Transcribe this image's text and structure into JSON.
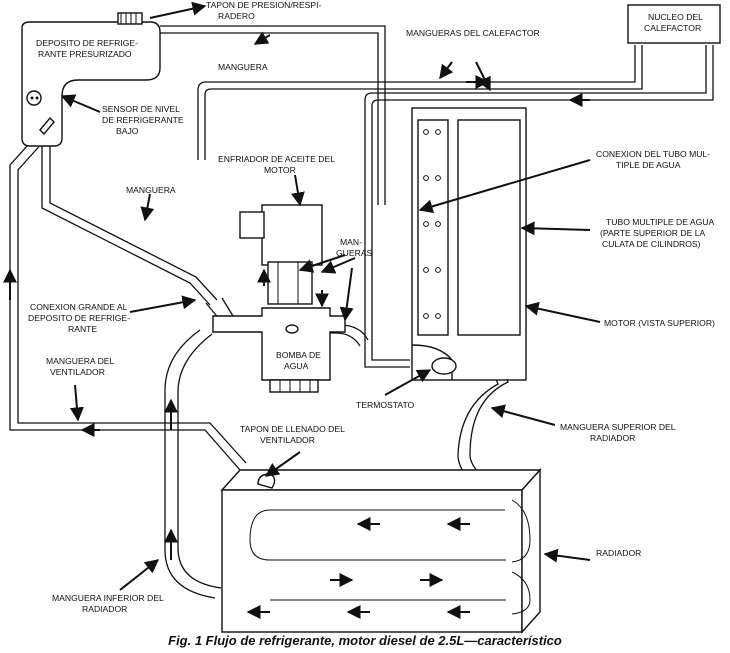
{
  "diagram": {
    "caption": "Fig. 1 Flujo de refrigerante, motor diesel de 2.5L—característico",
    "labels": {
      "tapon_presion": [
        "TAPON DE PRESION/RESPI-",
        "RADERO"
      ],
      "deposito": [
        "DEPOSITO DE REFRIGE-",
        "RANTE PRESURIZADO"
      ],
      "manguera_top": [
        "MANGUERA"
      ],
      "mangueras_calefactor": [
        "MANGUERAS DEL CALEFACTOR"
      ],
      "nucleo_calefactor": [
        "NUCLEO DEL",
        "CALEFACTOR"
      ],
      "sensor_nivel": [
        "SENSOR DE NIVEL",
        "DE REFRIGERANTE",
        "BAJO"
      ],
      "enfriador_aceite": [
        "ENFRIADOR DE ACEITE DEL",
        "MOTOR"
      ],
      "manguera_left": [
        "MANGUERA"
      ],
      "mangueras_mid": [
        "MAN-",
        "GUERAS"
      ],
      "conexion_tubo": [
        "CONEXION DEL TUBO MUL-",
        "TIPLE DE AGUA"
      ],
      "tubo_multiple": [
        "TUBO MULTIPLE DE AGUA",
        "(PARTE SUPERIOR DE LA",
        "CULATA DE CILINDROS)"
      ],
      "conexion_grande": [
        "CONEXION GRANDE AL",
        "DEPOSITO DE REFRIGE-",
        "RANTE"
      ],
      "motor": [
        "MOTOR (VISTA SUPERIOR)"
      ],
      "bomba_agua": [
        "BOMBA DE",
        "AGUA"
      ],
      "manguera_ventilador": [
        "MANGUERA DEL",
        "VENTILADOR"
      ],
      "termostato": [
        "TERMOSTATO"
      ],
      "tapon_llenado": [
        "TAPON DE LLENADO DEL",
        "VENTILADOR"
      ],
      "manguera_superior": [
        "MANGUERA SUPERIOR DEL",
        "RADIADOR"
      ],
      "radiador": [
        "RADIADOR"
      ],
      "manguera_inferior": [
        "MANGUERA INFERIOR DEL",
        "RADIADOR"
      ]
    }
  }
}
